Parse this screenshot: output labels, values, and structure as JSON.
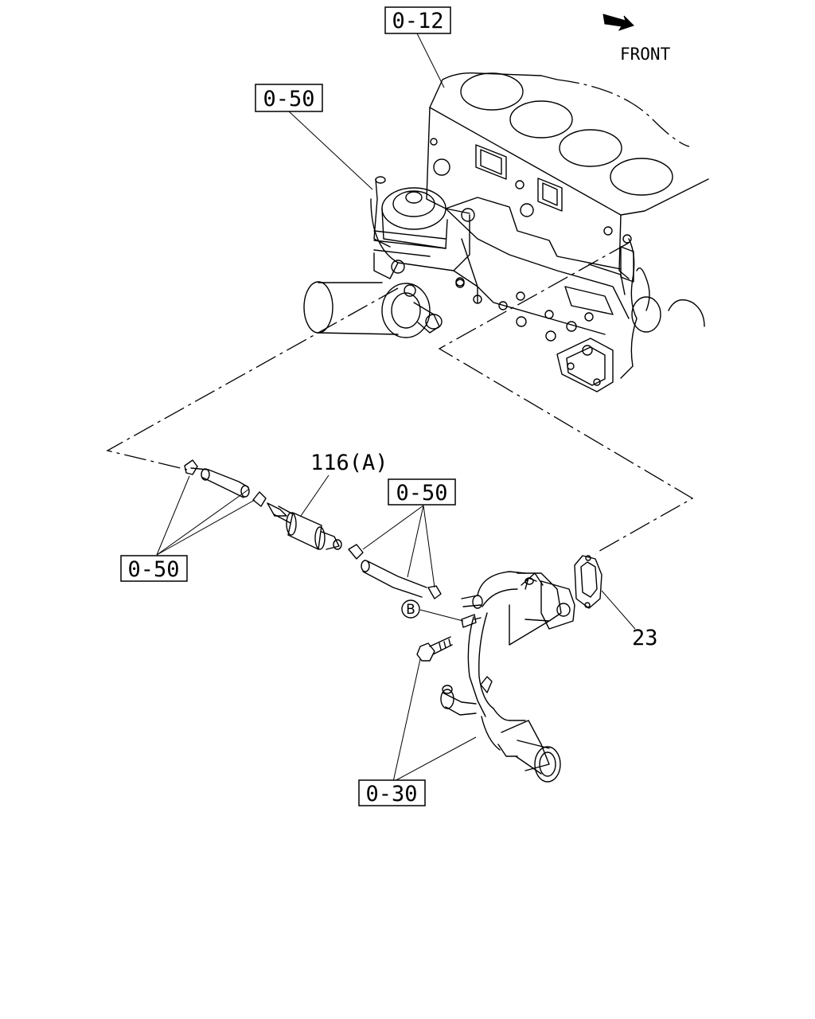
{
  "direction": {
    "label": "FRONT",
    "icon": "arrow-icon"
  },
  "callouts": {
    "block_ref": "0-12",
    "filter_ref_top": "0-50",
    "hose_ref_left": "0-50",
    "hose_ref_right": "0-50",
    "bolt_ref": "0-30"
  },
  "part_labels": {
    "valve": "116(A)",
    "gasket": "23",
    "marker_b": "B"
  }
}
